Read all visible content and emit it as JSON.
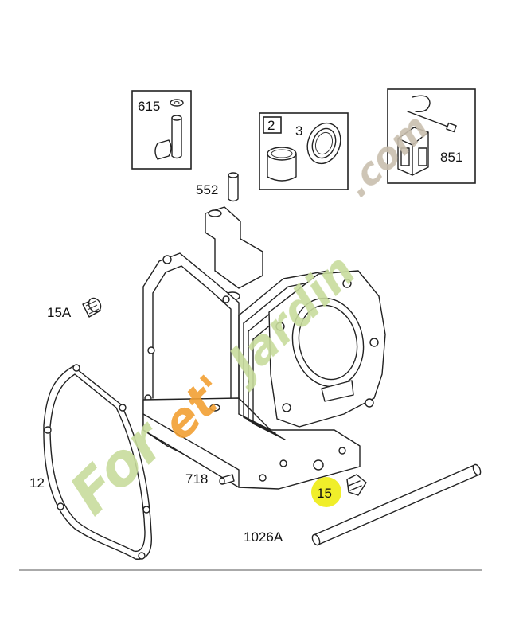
{
  "parts": {
    "p615": "615",
    "p2": "2",
    "p3": "3",
    "p851": "851",
    "p552": "552",
    "p15a": "15A",
    "p12": "12",
    "p718": "718",
    "p15": "15",
    "p1026a": "1026A"
  },
  "watermark": {
    "part1": "For",
    "part2": "et'",
    "part3": "Jardin",
    "part4": ".com"
  },
  "colors": {
    "highlight": "#f0ee2a",
    "watermark_green": "#c8dc9c",
    "watermark_orange": "#f2a033",
    "watermark_gray": "#c9bfae"
  }
}
